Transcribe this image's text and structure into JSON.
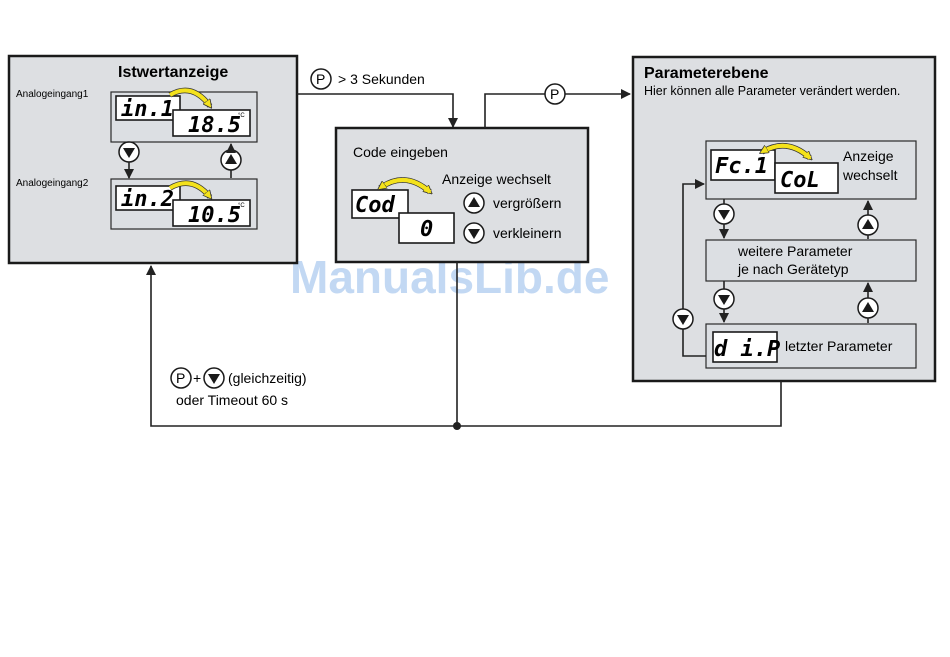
{
  "istwert": {
    "title": "Istwertanzeige",
    "input1_label": "Analogeingang1",
    "input2_label": "Analogeingang2",
    "lcd1_code": "in.1",
    "lcd1_value": "18.5",
    "lcd2_code": "in.2",
    "lcd2_value": "10.5",
    "unit": "°C"
  },
  "transition_p3s": {
    "button": "P",
    "text": "> 3 Sekunden"
  },
  "code": {
    "title": "Code eingeben",
    "lcd_code": "Cod",
    "lcd_value": "0",
    "display_change": "Anzeige wechselt",
    "increase": "vergrößern",
    "decrease": "verkleinern"
  },
  "transition_p": {
    "button": "P"
  },
  "parameter": {
    "title": "Parameterebene",
    "subtitle": "Hier können alle Parameter verändert werden.",
    "lcd1_code": "Fc.1",
    "lcd1_value": "CoL",
    "display_change_1": "Anzeige",
    "display_change_2": "wechselt",
    "more_line1": "weitere Parameter",
    "more_line2": "je nach Gerätetyp",
    "last_code": "d i.P",
    "last_label": "letzter Parameter"
  },
  "return": {
    "button": "P",
    "plus": "+",
    "simultaneous": "(gleichzeitig)",
    "timeout": "oder Timeout 60 s"
  },
  "watermark": "ManualsLib.de"
}
